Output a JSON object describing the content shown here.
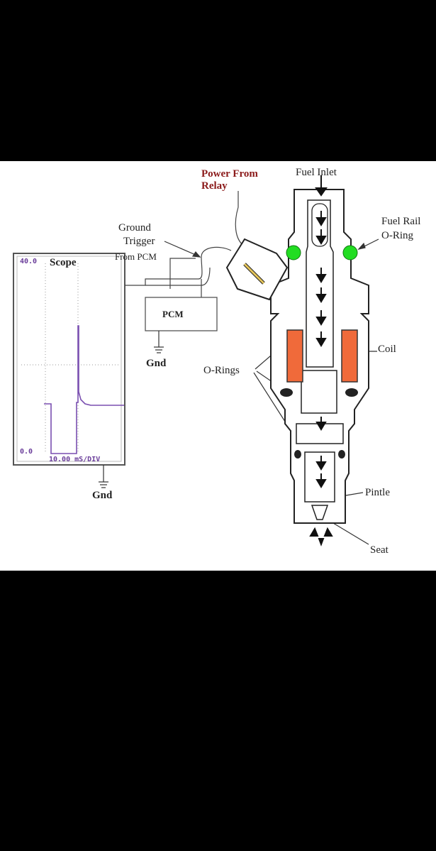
{
  "labels": {
    "power_from": "Power From",
    "relay": "Relay",
    "fuel_inlet": "Fuel Inlet",
    "fuel_rail": "Fuel Rail",
    "o_ring": "O-Ring",
    "ground": "Ground",
    "trigger": "Trigger",
    "from_pcm": "From PCM",
    "scope": "Scope",
    "pcm": "PCM",
    "gnd_pcm": "Gnd",
    "gnd_scope": "Gnd",
    "o_rings": "O-Rings",
    "coil": "Coil",
    "pintle": "Pintle",
    "seat": "Seat"
  },
  "scope": {
    "top_value": "40.0",
    "bottom_value": "0.0",
    "timebase": "10.00 mS/DIV"
  },
  "colors": {
    "title_red": "#8b1a1a",
    "coil": "#f06a3a",
    "o_ring_green": "#22dd22",
    "trace": "#7a4fb0"
  }
}
